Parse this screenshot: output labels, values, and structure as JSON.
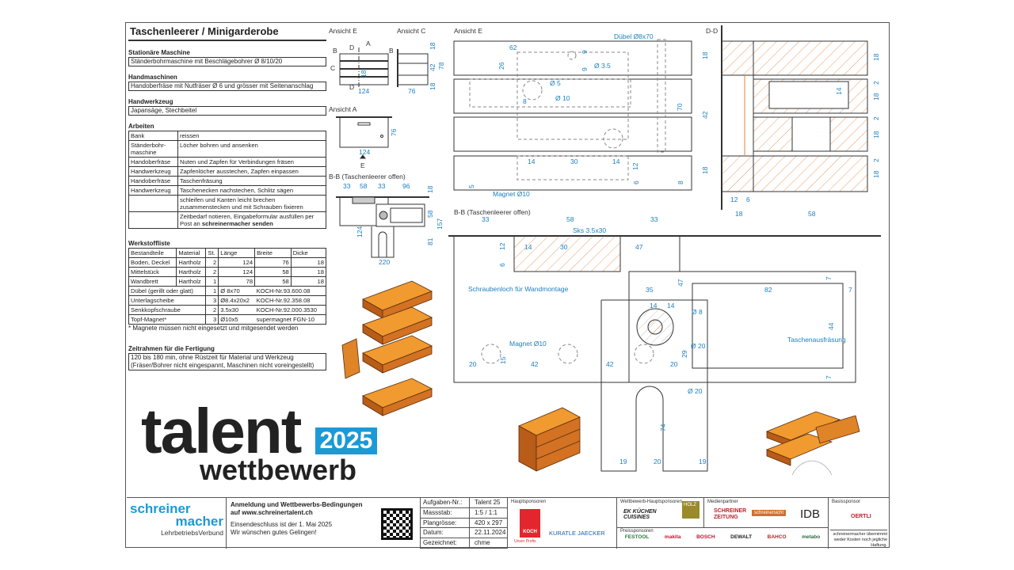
{
  "title": "Taschenleerer / Minigarderobe",
  "stationary": {
    "heading": "Stationäre Maschine",
    "text": "Ständerbohrmaschine mit Beschlägebohrer Ø 8/10/20"
  },
  "hand_machines": {
    "heading": "Handmaschinen",
    "text": "Handoberfräse mit Nutfräser Ø 6 und grösser mit Seitenanschlag"
  },
  "hand_tools": {
    "heading": "Handwerkzeug",
    "text": "Japansäge, Stechbeitel"
  },
  "work": {
    "heading": "Arbeiten",
    "rows": [
      [
        "Bank",
        "reissen"
      ],
      [
        "Ständerbohr-\nmaschine",
        "Löcher bohren und ansenken"
      ],
      [
        "Handoberfräse",
        "Nuten und Zapfen für Verbindungen fräsen"
      ],
      [
        "Handwerkzeug",
        "Zapfenlöcher ausstechen, Zapfen einpassen"
      ],
      [
        "Handoberfräse",
        "Taschenfräsung"
      ],
      [
        "Handwerkzeug",
        "Taschenecken nachstechen, Schlitz sägen"
      ],
      [
        "",
        "schleifen und Kanten leicht brechen zusammenstecken und mit Schrauben fixieren"
      ],
      [
        "",
        "Zeitbedarf notieren, Eingabeformular ausfüllen per Post an "
      ]
    ],
    "last_bold": "schreinermacher senden"
  },
  "materials": {
    "heading": "Werkstoffliste",
    "headers": [
      "Bestandteile",
      "Material",
      "St.",
      "Länge",
      "Breite",
      "Dicke"
    ],
    "wood": [
      [
        "Boden, Deckel",
        "Hartholz",
        "2",
        "124",
        "76",
        "18"
      ],
      [
        "Mittelstück",
        "Hartholz",
        "2",
        "124",
        "58",
        "18"
      ],
      [
        "Wandbrett",
        "Hartholz",
        "1",
        "78",
        "58",
        "18"
      ]
    ],
    "hardware": [
      [
        "Dübel (gerillt oder glatt)",
        "1",
        "Ø 8x70",
        "KOCH-Nr.93.600.08"
      ],
      [
        "Unterlagscheibe",
        "3",
        "Ø8.4x20x2",
        "KOCH-Nr.92.358.08"
      ],
      [
        "Senkkopfschraube",
        "2",
        "3.5x30",
        "KOCH-Nr.92.000.3530"
      ],
      [
        "Topf-Magnet*",
        "3",
        "Ø10x5",
        "supermagnet FGN-10"
      ]
    ],
    "note": "* Magnete müssen nicht eingesetzt und mitgesendet werden"
  },
  "timeframe": {
    "heading": "Zeitrahmen für die Fertigung",
    "text": "120 bis 180 min, ohne Rüstzeit für Material und Werkzeug (Fräser/Bohrer nicht eingespannt, Maschinen nicht voreingestellt)"
  },
  "views": {
    "e_small": "Ansicht E",
    "c": "Ansicht C",
    "a": "Ansicht A",
    "bb_small": "B-B (Taschenleerer offen)",
    "e_large": "Ansicht E",
    "bb_large": "B-B (Taschenleerer offen)",
    "dd": "D-D"
  },
  "markers": [
    "A",
    "B",
    "B",
    "C",
    "D",
    "D",
    "E"
  ],
  "annotations": {
    "dowel": "Dübel Ø8x70",
    "magnet1": "Magnet Ø10",
    "screw": "Sks 3.5x30",
    "screwhole": "Schraubenloch für Wandmontage",
    "magnet2": "Magnet Ø10",
    "pocket": "Taschenausfräsung",
    "d5": "Ø 5",
    "d10": "Ø 10",
    "d35": "Ø 3.5",
    "d8": "Ø 8",
    "d20a": "Ø 20",
    "d20b": "Ø 20"
  },
  "dims": {
    "e_small": [
      "124",
      "18"
    ],
    "c": [
      "76",
      "18",
      "42",
      "78",
      "18"
    ],
    "a": [
      "124",
      "76"
    ],
    "bb_small": [
      "33",
      "58",
      "33",
      "96",
      "18",
      "58",
      "157",
      "124",
      "81",
      "220"
    ],
    "e_large": [
      "62",
      "26",
      "9",
      "9",
      "8",
      "14",
      "30",
      "14",
      "12",
      "6",
      "5",
      "70",
      "8"
    ],
    "bb_large": [
      "33",
      "58",
      "33",
      "12",
      "6",
      "14",
      "30",
      "47",
      "47",
      "35",
      "14",
      "14",
      "7",
      "82",
      "7",
      "44",
      "7",
      "29",
      "20",
      "15",
      "42",
      "42",
      "20",
      "74",
      "19",
      "20",
      "19"
    ],
    "dd": [
      "18",
      "42",
      "18",
      "18",
      "2",
      "18",
      "2",
      "18",
      "2",
      "18",
      "14",
      "12",
      "6",
      "18",
      "58"
    ]
  },
  "branding": {
    "talent": "talent",
    "year": "2025",
    "wettbewerb": "wettbewerb",
    "year_color": "#1b9ad6"
  },
  "footer": {
    "org1": "schreiner",
    "org2": "macher",
    "org3": "LehrbetriebsVerbund",
    "info1": "Anmeldung und Wettbewerbs-Bedingungen",
    "info2": "auf www.schreinertalent.ch",
    "info3": "Einsendeschluss ist der 1. Mai 2025",
    "info4": "Wir wünschen gutes Gelingen!",
    "table": [
      [
        "Aufgaben-Nr.:",
        "Talent 25"
      ],
      [
        "Massstab:",
        "1:5 / 1:1"
      ],
      [
        "Plangrösse:",
        "420 x 297"
      ],
      [
        "Datum:",
        "22.11.2024"
      ],
      [
        "Gezeichnet:",
        "chme"
      ]
    ],
    "main_sponsors": "Hauptsponsoren",
    "koch": "KOCH",
    "koch_sub": "Unser Profis",
    "kuratle": "KURATLE JAECKER",
    "comp_sponsors": "Wettbewerb-Hauptsponsoren",
    "ek": "EK KÜCHEN CUISINES",
    "holz": "HOLZ",
    "media": "Medienpartner",
    "sz": "SCHREINER ZEITUNG",
    "ss": "schreinersicht",
    "idb": "IDB",
    "base": "Basissponsor",
    "oertli": "OERTLI",
    "prize": "Preissponsoren",
    "prize_list": [
      "FESTOOL",
      "makita",
      "BOSCH",
      "DEWALT",
      "BAHCO",
      "metabo"
    ],
    "disclaimer": "schreinermacher übernimmt weder Kosten noch jegliche Haftung."
  }
}
